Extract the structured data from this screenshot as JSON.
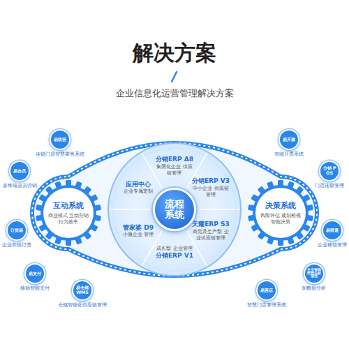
{
  "diagram": {
    "title": "解决方案",
    "nodes": [
      {
        "text": [
          "易联营",
          "连锁门店智慧零售系统"
        ]
      },
      {
        "text": [
          "易开票",
          "智能开票系统"
        ]
      },
      {
        "text": [
          "易会员",
          "多终端会员营销"
        ]
      },
      {
        "text": [
          "分销 POS",
          "门店连锁管理"
        ]
      },
      {
        "text": [
          "分销ERP A8",
          "集团化企业 供应链管理"
        ]
      },
      {
        "text": [
          "应用中心",
          "企业专属定制"
        ]
      },
      {
        "text": [
          "分销ERP V3",
          "中小企业 供应链管理"
        ]
      },
      {
        "text": [
          "互动系统",
          "商业模式 互动营销 行为效率"
        ]
      },
      {
        "text": [
          "流程系统"
        ]
      },
      {
        "text": [
          "决策系统",
          "风险评估 规划检视 智能决策"
        ]
      },
      {
        "text": [
          "管家婆 D9",
          "小微企业 管理"
        ]
      },
      {
        "text": [
          "天耀ERP S3",
          "商贸及生产型 企业供应链管理"
        ]
      },
      {
        "text": [
          "订货易",
          "企业在线订货"
        ]
      },
      {
        "text": [
          "易联通",
          "企业移动管理"
        ]
      },
      {
        "text": [
          "成长型 企业管理",
          "分销ERP V1"
        ]
      },
      {
        "text": [
          "易支付",
          "移动智能支付"
        ]
      },
      {
        "text": [
          "企业智能 经营分析 管理",
          "BI数据分析"
        ]
      },
      {
        "text": [
          "易仓储 WMS",
          "仓储智能化供应链管理"
        ]
      },
      {
        "text": [
          "易营店",
          "智慧门店管理系统"
        ]
      }
    ],
    "labels": [
      "企业信息化运营管理解决方案"
    ]
  }
}
